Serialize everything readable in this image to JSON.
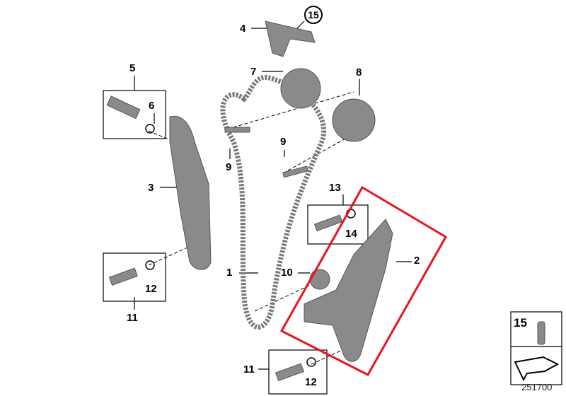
{
  "diagram_id": "251700",
  "highlight_color": "#e8141c",
  "callouts": [
    {
      "id": "c4",
      "label": "4"
    },
    {
      "id": "c15top",
      "label": "15"
    },
    {
      "id": "c7",
      "label": "7"
    },
    {
      "id": "c8",
      "label": "8"
    },
    {
      "id": "c5",
      "label": "5"
    },
    {
      "id": "c6",
      "label": "6"
    },
    {
      "id": "c9a",
      "label": "9"
    },
    {
      "id": "c9b",
      "label": "9"
    },
    {
      "id": "c3",
      "label": "3"
    },
    {
      "id": "c13",
      "label": "13"
    },
    {
      "id": "c14",
      "label": "14"
    },
    {
      "id": "c2",
      "label": "2"
    },
    {
      "id": "c1",
      "label": "1"
    },
    {
      "id": "c10",
      "label": "10"
    },
    {
      "id": "c12a",
      "label": "12"
    },
    {
      "id": "c11a",
      "label": "11"
    },
    {
      "id": "c11b",
      "label": "11"
    },
    {
      "id": "c12b",
      "label": "12"
    }
  ],
  "legend": {
    "label": "15"
  }
}
